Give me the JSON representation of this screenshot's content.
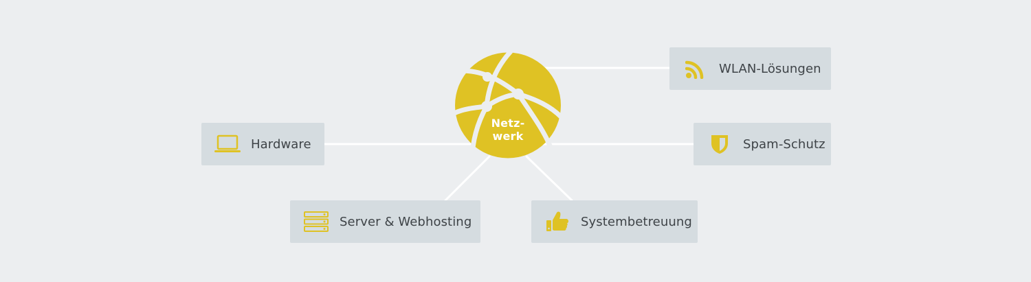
{
  "colors": {
    "accent": "#dfc224",
    "box": "#d5dce0",
    "line": "#ffffff",
    "background": "#eceef0"
  },
  "hub": {
    "line1": "Netz-",
    "line2": "werk"
  },
  "nodes": {
    "wlan": {
      "label": "WLAN-Lösungen",
      "icon": "wifi-signal-icon"
    },
    "spam": {
      "label": "Spam-Schutz",
      "icon": "shield-icon"
    },
    "hardware": {
      "label": "Hardware",
      "icon": "laptop-icon"
    },
    "server": {
      "label": "Server & Webhosting",
      "icon": "server-rack-icon"
    },
    "support": {
      "label": "Systembetreuung",
      "icon": "thumbs-up-icon"
    }
  }
}
